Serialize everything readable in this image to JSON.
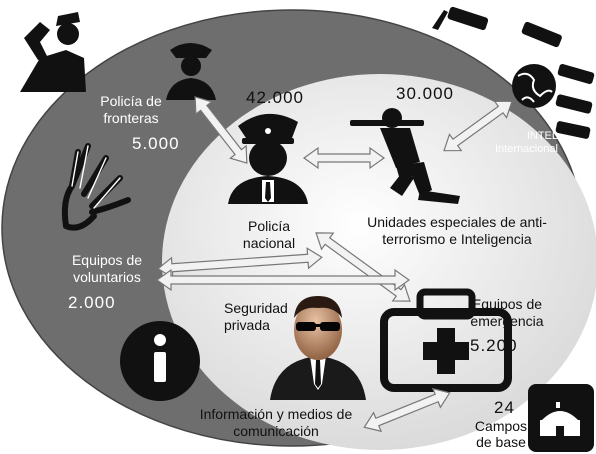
{
  "labels": {
    "ejercito": "Ejército",
    "policia_fronteras": "Policía de fronteras",
    "policia_fronteras_num": "5.000",
    "policia_nacional_num": "42.000",
    "policia_nacional": "Policía nacional",
    "unidades_num": "30.000",
    "unidades": "Unidades especiales de anti-terrorismo e Inteligencia",
    "intel": "INTEL Internacional",
    "voluntarios": "Equipos de voluntarios",
    "voluntarios_num": "2.000",
    "seguridad": "Seguridad privada",
    "emergencia": "Equipos de emergencia",
    "emergencia_num": "5.200",
    "informacion": "Información y medios de comunicación",
    "campos_num": "24",
    "campos": "Campos de base"
  },
  "colors": {
    "outer_ellipse": "#6e6e6e",
    "inner_ellipse": "#eeeeee",
    "icon_fill": "#111111",
    "arrow_fill": "#f2f2f2"
  },
  "icons": [
    "soldier-icon",
    "border-police-icon",
    "cctv-cameras-icon",
    "globe-icon",
    "hand-icon",
    "police-officer-icon",
    "sniper-icon",
    "info-icon",
    "security-guard-icon",
    "medical-kit-icon",
    "base-camp-icon"
  ]
}
